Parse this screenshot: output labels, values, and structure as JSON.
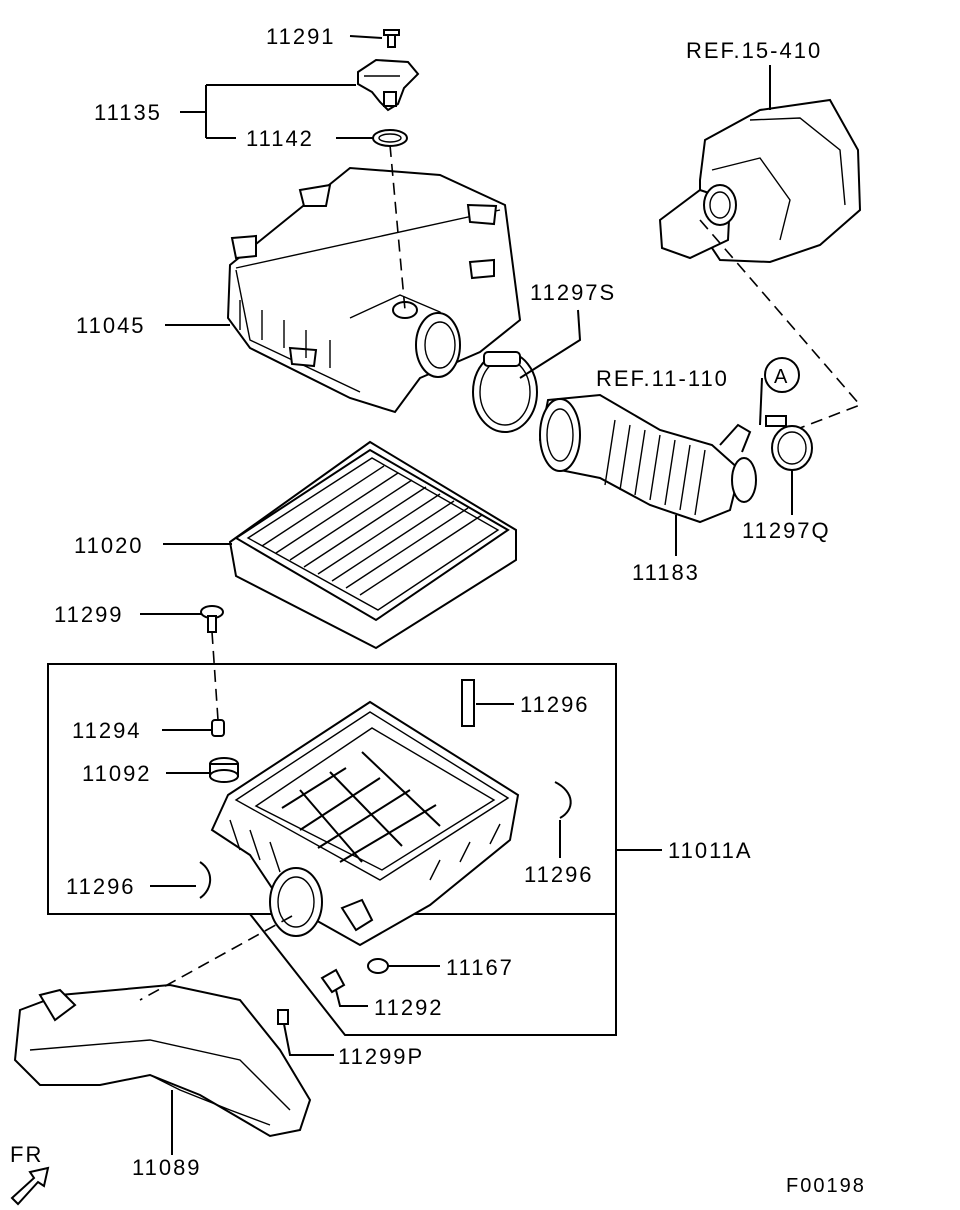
{
  "diagram_code": "F00198",
  "front_indicator": "FR",
  "parts": {
    "p11291": "11291",
    "p11135": "11135",
    "p11142": "11142",
    "p11045": "11045",
    "p11297S": "11297S",
    "p11020": "11020",
    "p11299": "11299",
    "p11294": "11294",
    "p11092": "11092",
    "p11296a": "11296",
    "p11296b": "11296",
    "p11296c": "11296",
    "p11011A": "11011A",
    "p11167": "11167",
    "p11292": "11292",
    "p11299P": "11299P",
    "p11089": "11089",
    "p11183": "11183",
    "p11297Q": "11297Q"
  },
  "references": {
    "ref_turbo": "REF.15-410",
    "ref_hose": "REF.11-110",
    "ref_marker": "A"
  }
}
